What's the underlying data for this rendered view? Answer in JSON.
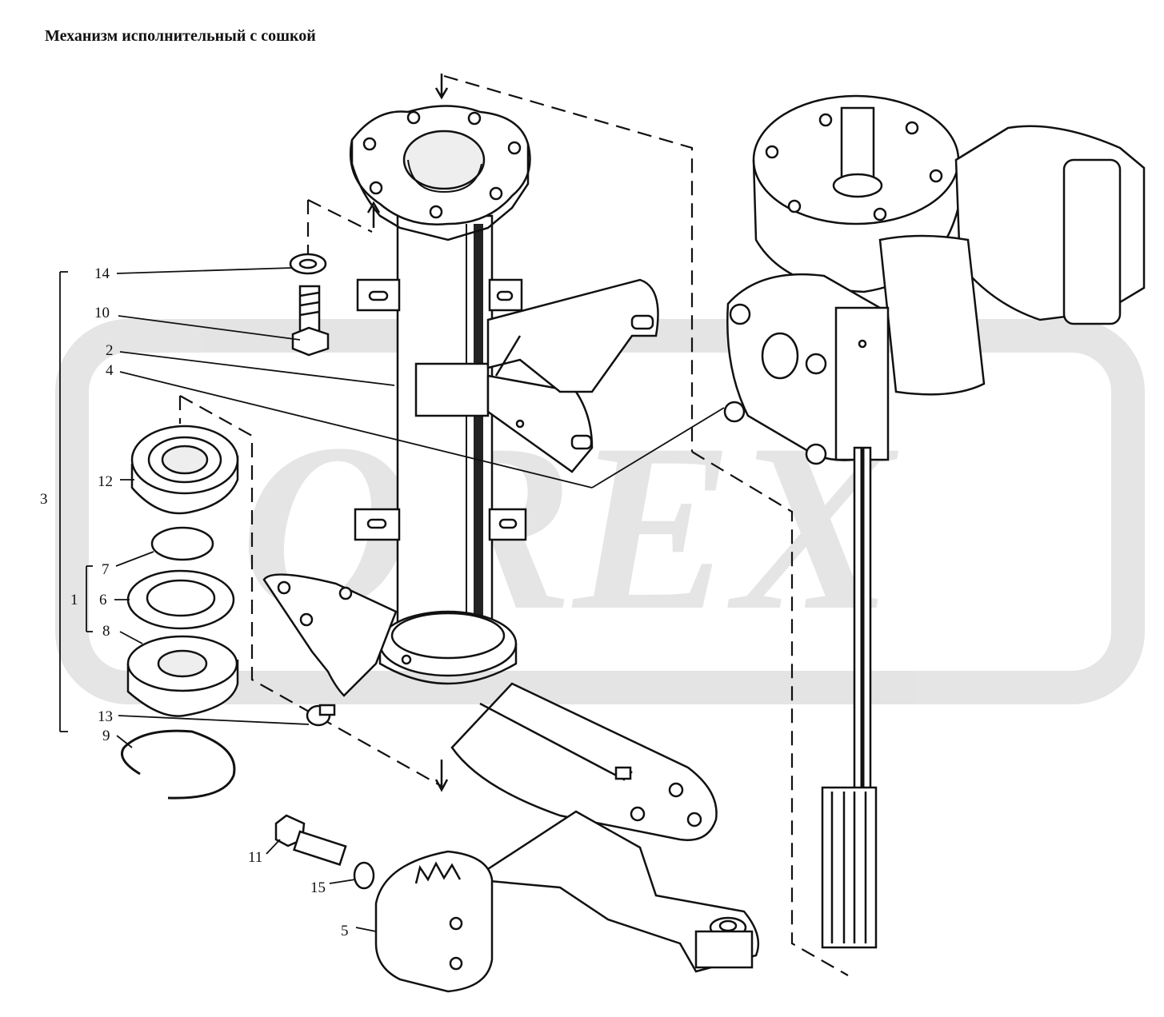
{
  "title": "Механизм исполнительный с сошкой",
  "watermark": {
    "text": "OREX",
    "color": "#c8c8c8"
  },
  "callouts": {
    "c14": "14",
    "c10": "10",
    "c2": "2",
    "c4": "4",
    "c12": "12",
    "c3": "3",
    "c7": "7",
    "c1": "1",
    "c6": "6",
    "c8": "8",
    "c13": "13",
    "c9": "9",
    "c11": "11",
    "c15": "15",
    "c5": "5"
  },
  "colors": {
    "ink": "#111111",
    "part_fill": "#ffffff",
    "shade": "#dcdcdc"
  }
}
